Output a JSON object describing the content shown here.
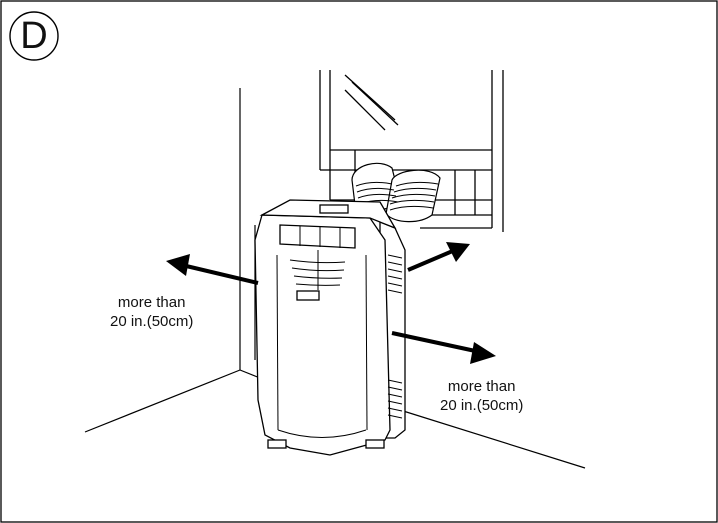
{
  "badge": {
    "letter": "D"
  },
  "clearance_left": {
    "line1": "more than",
    "line2": "20 in.(50cm)"
  },
  "clearance_right": {
    "line1": "more than",
    "line2": "20 in.(50cm)"
  },
  "icons": {
    "air_conditioner": "portable-air-conditioner-icon",
    "window": "window-icon",
    "exhaust_hoses": "hose-icon",
    "arrow": "arrow-icon"
  }
}
